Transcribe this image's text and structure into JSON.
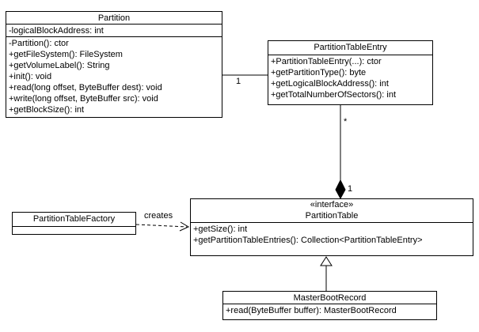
{
  "classes": {
    "partition": {
      "name": "Partition",
      "attributes": [
        "-logicalBlockAddress: int"
      ],
      "methods": [
        "-Partition(): ctor",
        "+getFileSystem(): FileSystem",
        "+getVolumeLabel(): String",
        "+init(): void",
        "+read(long offset, ByteBuffer dest): void",
        "+write(long offset, ByteBuffer src): void",
        "+getBlockSize(): int"
      ]
    },
    "partitionTableEntry": {
      "name": "PartitionTableEntry",
      "methods": [
        "+PartitionTableEntry(...): ctor",
        "+getPartitionType(): byte",
        "+getLogicalBlockAddress(): int",
        "+getTotalNumberOfSectors(): int"
      ]
    },
    "partitionTableFactory": {
      "name": "PartitionTableFactory"
    },
    "partitionTable": {
      "stereotype": "«interface»",
      "name": "PartitionTable",
      "methods": [
        "+getSize(): int",
        "+getPartitionTableEntries(): Collection<PartitionTableEntry>"
      ]
    },
    "masterBootRecord": {
      "name": "MasterBootRecord",
      "methods": [
        "+read(ByteBuffer buffer): MasterBootRecord"
      ]
    }
  },
  "relationships": {
    "association_partition_entry": {
      "multiplicity_partition_end": "1"
    },
    "composition_entry_table": {
      "multiplicity_entry_end": "*",
      "multiplicity_table_end": "1"
    },
    "dependency_factory_table": {
      "label": "creates"
    },
    "realization_mbr_table": {}
  },
  "colors": {
    "background": "#ffffff",
    "line": "#000000",
    "box_fill": "#ffffff",
    "text": "#000000"
  }
}
